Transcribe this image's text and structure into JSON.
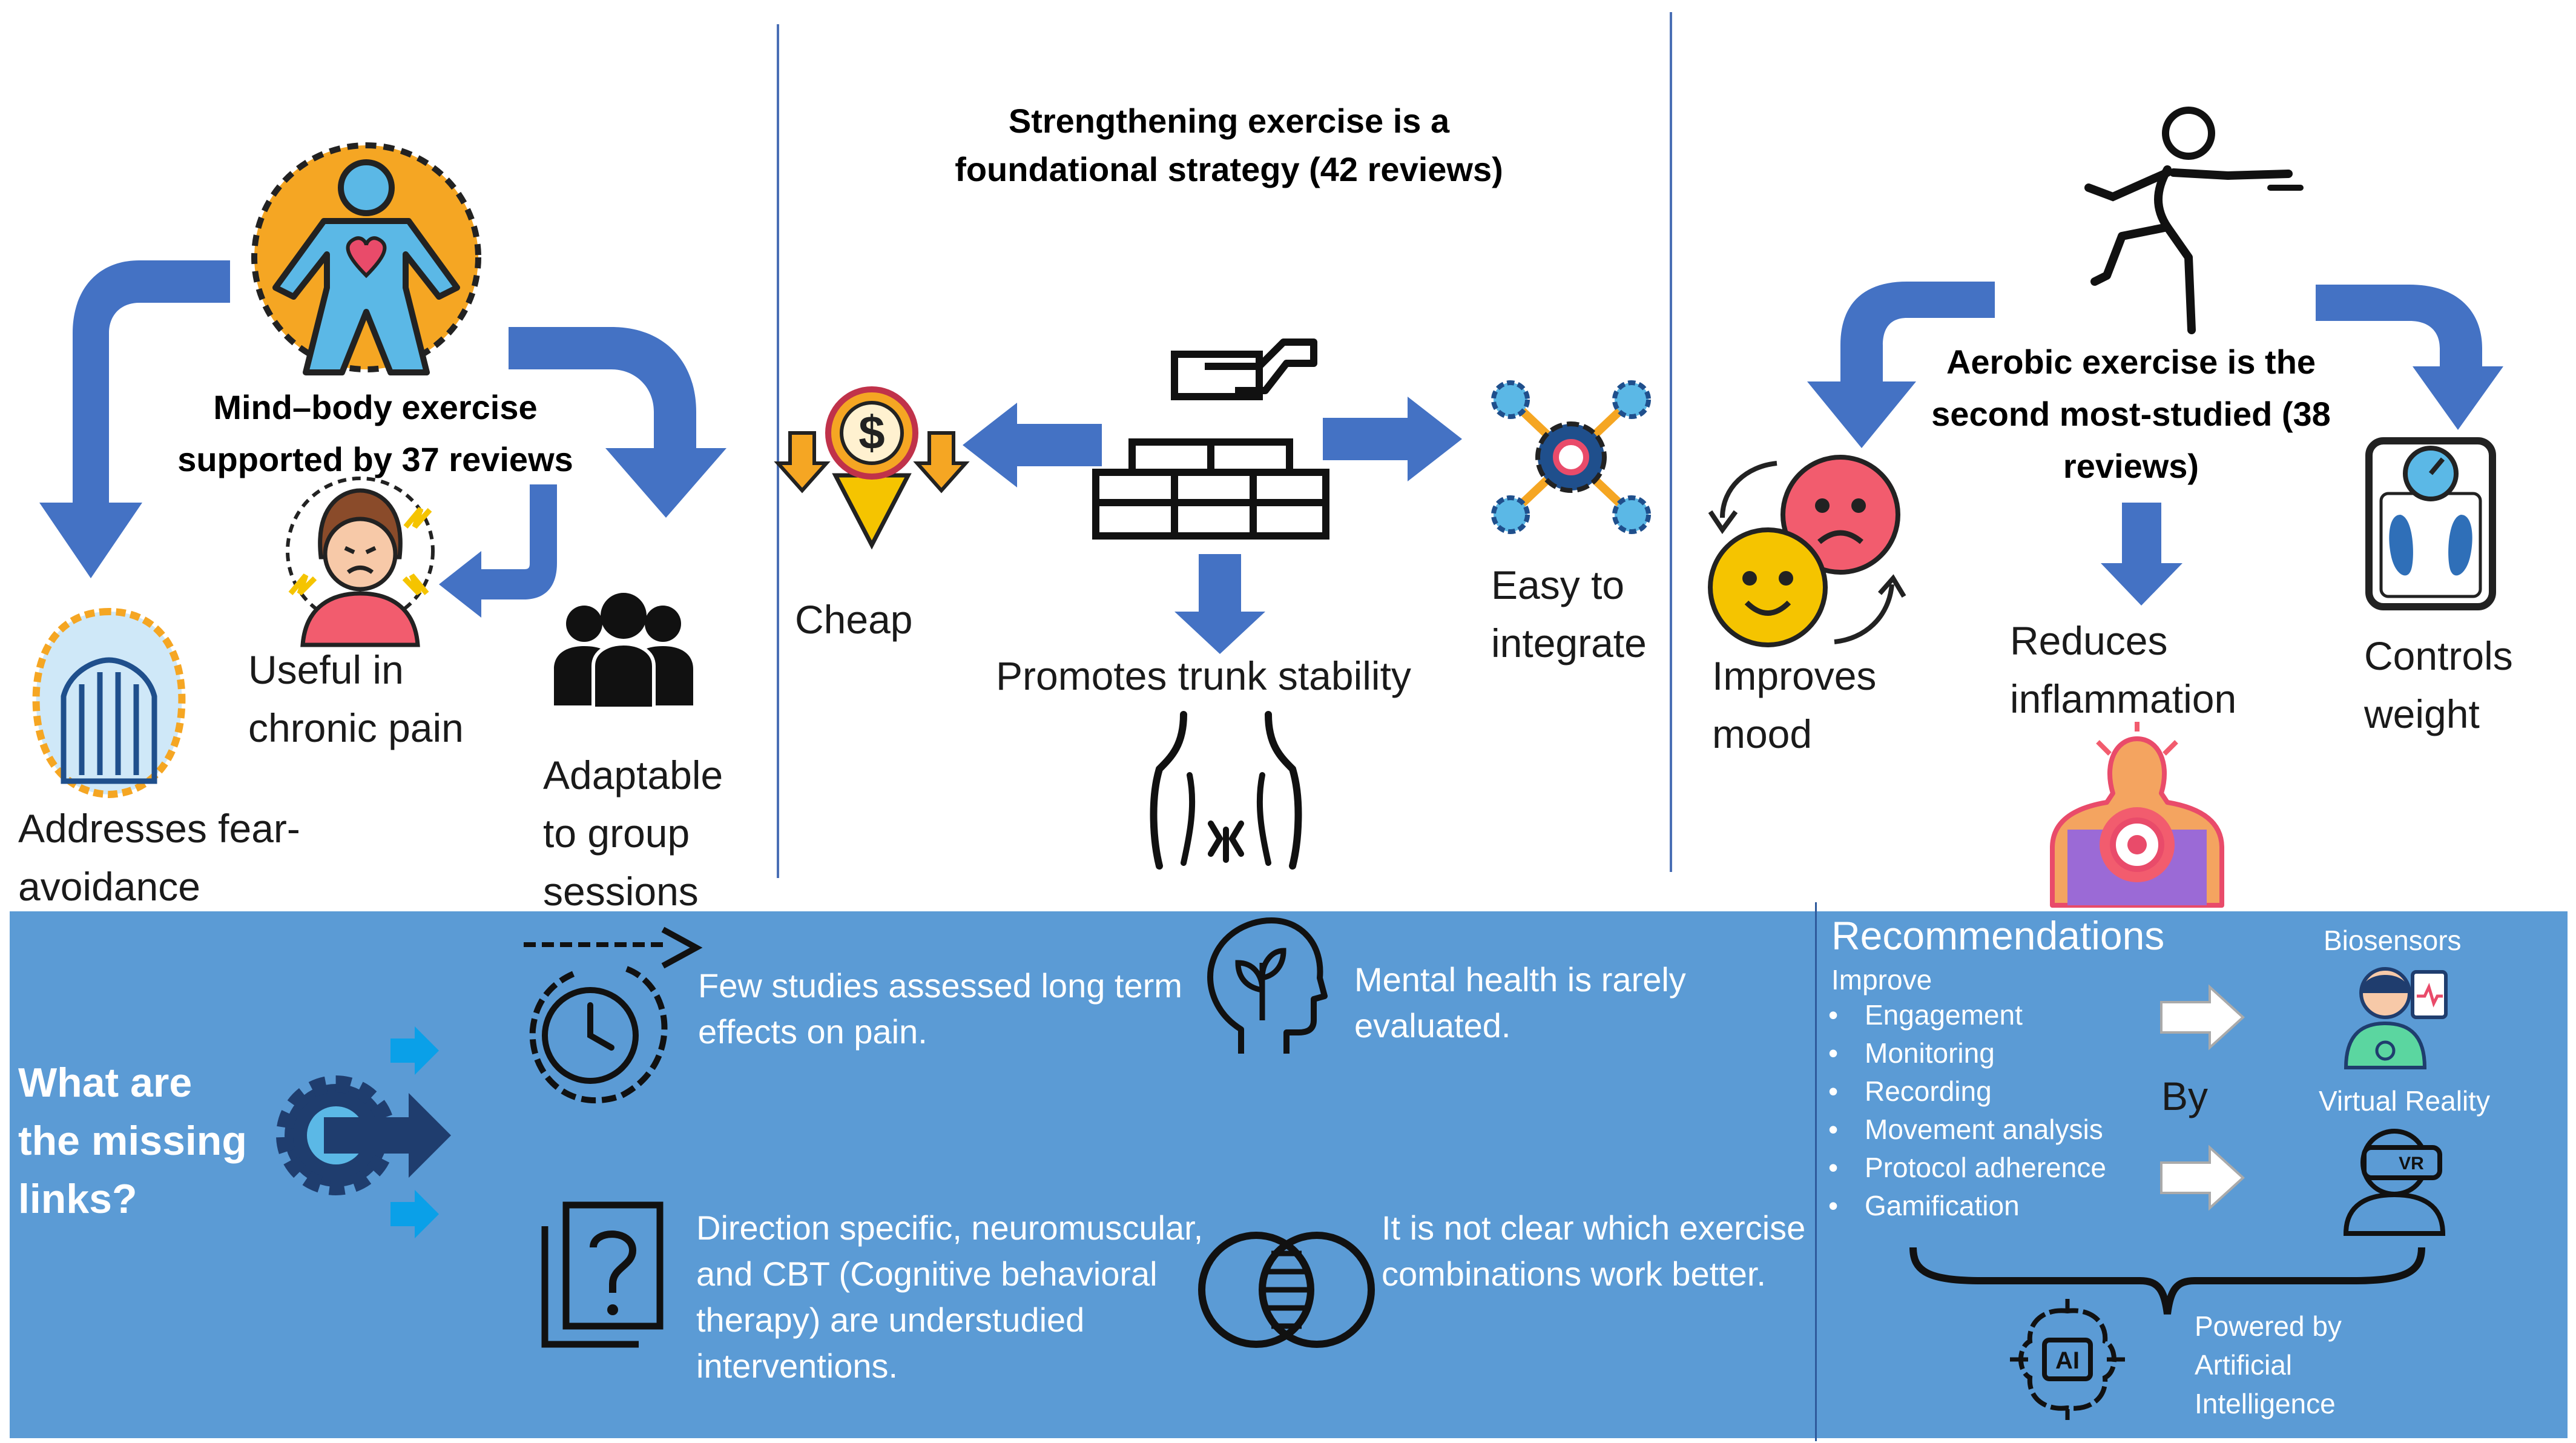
{
  "colors": {
    "arrow_blue": "#4472c4",
    "panel_blue": "#5b9bd5",
    "divider": "#4a6fb5",
    "highlight_orange": "#f5a623",
    "icon_teal": "#5bb8e6"
  },
  "mind_body": {
    "title": "Mind–body  exercise\nsupported  by 37 reviews",
    "benefits": {
      "fear": "Addresses fear-\navoidance",
      "pain": "Useful in\nchronic pain",
      "group": "Adaptable\nto group\nsessions"
    }
  },
  "strengthening": {
    "title": "Strengthening exercise is a\nfoundational strategy (42 reviews)",
    "benefits": {
      "cheap": "Cheap",
      "trunk": "Promotes trunk stability",
      "integrate": "Easy to\nintegrate"
    }
  },
  "aerobic": {
    "title": "Aerobic exercise is the\nsecond most-studied  (38\nreviews)",
    "benefits": {
      "mood": "Improves\nmood",
      "inflammation": "Reduces\ninflammation",
      "weight": "Controls\nweight"
    }
  },
  "missing_links": {
    "question": "What are\nthe missing\nlinks?",
    "gaps": {
      "long_term": "Few studies assessed long term\neffects on pain.",
      "mental": "Mental health is rarely\nevaluated.",
      "understudied": "Direction specific, neuromuscular,\nand CBT (Cognitive behavioral\ntherapy) are understudied\ninterventions.",
      "combinations": "It is not clear which exercise\ncombinations work better."
    }
  },
  "recommendations": {
    "title": "Recommendations",
    "improve_label": "Improve",
    "items": [
      "Engagement",
      "Monitoring",
      "Recording",
      "Movement analysis",
      "Protocol adherence",
      "Gamification"
    ],
    "by_label": "By",
    "biosensors": "Biosensors",
    "virtual_reality": "Virtual Reality",
    "powered_by": "Powered by\nArtificial\nIntelligence",
    "ai_badge": "AI",
    "vr_badge": "VR"
  },
  "icons": {
    "mind_body": "person-heart-icon",
    "fear": "face-hiding-icon",
    "pain": "woman-in-pain-icon",
    "group": "group-people-icon",
    "cheap": "dollar-coin-down-icon",
    "strength": "brick-wall-icon",
    "integrate": "gears-network-icon",
    "trunk": "back-torso-icon",
    "aerobic": "person-kicking-icon",
    "mood": "mood-faces-icon",
    "inflammation": "inflamed-torso-icon",
    "weight": "bathroom-scale-icon",
    "missing": "gear-arrows-icon",
    "long_term": "clock-arrow-icon",
    "mental": "head-plant-icon",
    "understudied": "question-documents-icon",
    "combinations": "venn-circles-icon",
    "biosensors": "doctor-sensor-icon",
    "vr": "vr-headset-person-icon",
    "ai": "ai-brain-chip-icon"
  }
}
